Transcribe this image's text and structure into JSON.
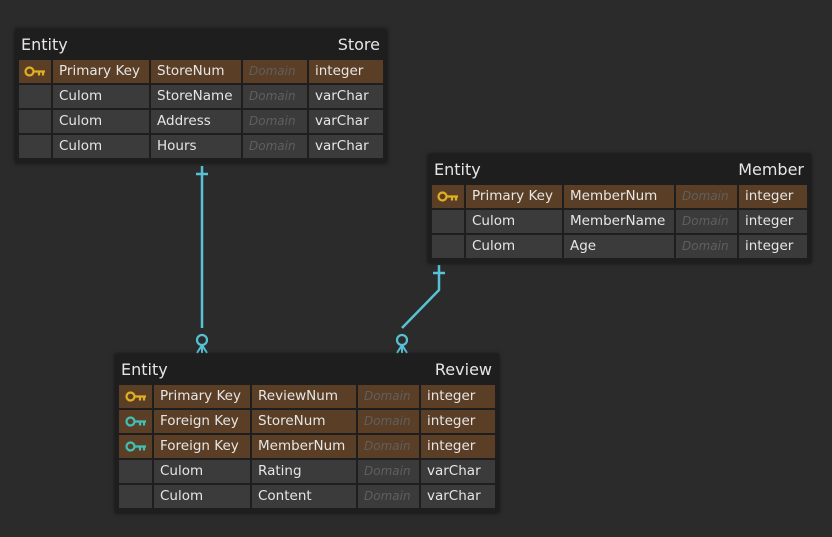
{
  "colors": {
    "background": "#2b2b2b",
    "entity_bg": "#1e1e1e",
    "cell": "#3b3b3b",
    "key_row": "#5a3e26",
    "primary_key_icon": "#e0b020",
    "foreign_key_icon": "#3fc1b8",
    "connector": "#56c2d4",
    "text": "#e6e6e6",
    "domain_text": "#5f5f5f"
  },
  "entities": [
    {
      "id": "store",
      "type_label": "Entity",
      "name": "Store",
      "rows": [
        {
          "icon": "primary-key-icon",
          "kind": "Primary Key",
          "field": "StoreNum",
          "domain": "Domain",
          "datatype": "integer"
        },
        {
          "icon": "",
          "kind": "Culom",
          "field": "StoreName",
          "domain": "Domain",
          "datatype": "varChar"
        },
        {
          "icon": "",
          "kind": "Culom",
          "field": "Address",
          "domain": "Domain",
          "datatype": "varChar"
        },
        {
          "icon": "",
          "kind": "Culom",
          "field": "Hours",
          "domain": "Domain",
          "datatype": "varChar"
        }
      ]
    },
    {
      "id": "member",
      "type_label": "Entity",
      "name": "Member",
      "rows": [
        {
          "icon": "primary-key-icon",
          "kind": "Primary Key",
          "field": "MemberNum",
          "domain": "Domain",
          "datatype": "integer"
        },
        {
          "icon": "",
          "kind": "Culom",
          "field": "MemberName",
          "domain": "Domain",
          "datatype": "integer"
        },
        {
          "icon": "",
          "kind": "Culom",
          "field": "Age",
          "domain": "Domain",
          "datatype": "integer"
        }
      ]
    },
    {
      "id": "review",
      "type_label": "Entity",
      "name": "Review",
      "rows": [
        {
          "icon": "primary-key-icon",
          "kind": "Primary Key",
          "field": "ReviewNum",
          "domain": "Domain",
          "datatype": "integer"
        },
        {
          "icon": "foreign-key-icon",
          "kind": "Foreign Key",
          "field": "StoreNum",
          "domain": "Domain",
          "datatype": "integer"
        },
        {
          "icon": "foreign-key-icon",
          "kind": "Foreign Key",
          "field": "MemberNum",
          "domain": "Domain",
          "datatype": "integer"
        },
        {
          "icon": "",
          "kind": "Culom",
          "field": "Rating",
          "domain": "Domain",
          "datatype": "varChar"
        },
        {
          "icon": "",
          "kind": "Culom",
          "field": "Content",
          "domain": "Domain",
          "datatype": "varChar"
        }
      ]
    }
  ],
  "relationships": [
    {
      "from": "store",
      "to": "review",
      "from_cardinality": "one",
      "to_cardinality": "zero-or-many"
    },
    {
      "from": "member",
      "to": "review",
      "from_cardinality": "one",
      "to_cardinality": "zero-or-many"
    }
  ]
}
